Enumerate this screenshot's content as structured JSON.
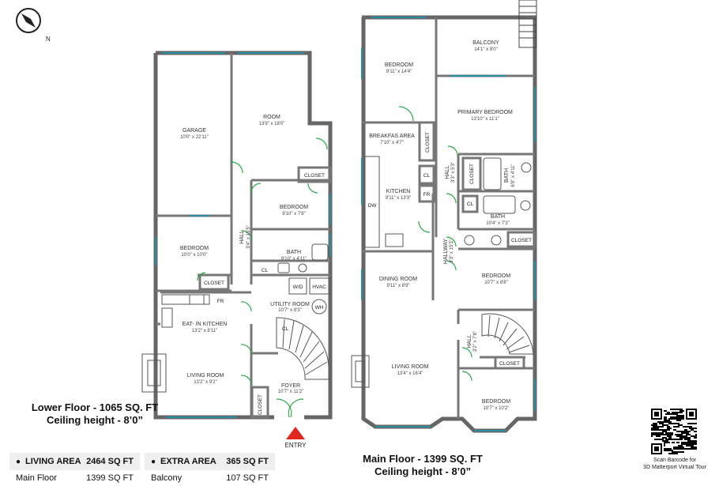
{
  "compass": {
    "label": "N"
  },
  "lower_floor": {
    "caption_line1": "Lower Floor - 1065 SQ. FT",
    "caption_line2": "Ceiling height - 8’0”",
    "rooms": {
      "garage": {
        "name": "GARAGE",
        "dim": "10'0\" x 22'11\""
      },
      "room": {
        "name": "ROOM",
        "dim": "13'9\" x 18'0\""
      },
      "bedroom1": {
        "name": "BEDROOM",
        "dim": "9'10\" x 7'8\""
      },
      "bedroom2": {
        "name": "BEDROOM",
        "dim": "10'0\" x 10'0\""
      },
      "hall": {
        "name": "HALL",
        "dim": "3'4\" x 15'5\""
      },
      "bath": {
        "name": "BATH",
        "dim": "9'10\" x 4'11\""
      },
      "closet1": {
        "name": "CLOSET"
      },
      "closet2": {
        "name": "CLOSET"
      },
      "closet3": {
        "name": "CLOSET"
      },
      "cl": {
        "name": "CL"
      },
      "cl2": {
        "name": "CL"
      },
      "wd": {
        "name": "W/D"
      },
      "hvac": {
        "name": "HVAC"
      },
      "wh": {
        "name": "WH"
      },
      "fr": {
        "name": "FR"
      },
      "utility": {
        "name": "UTILITY ROOM",
        "dim": "10'7\" x 8'3\""
      },
      "kitchen": {
        "name": "EAT- IN KITCHEN",
        "dim": "13'2\" x 8'11\""
      },
      "living": {
        "name": "LIVING ROOM",
        "dim": "13'2\" x 9'2\""
      },
      "foyer": {
        "name": "FOYER",
        "dim": "10'7\" x 11'2\""
      }
    },
    "entry_label": "ENTRY"
  },
  "main_floor": {
    "caption_line1": "Main Floor - 1399 SQ. FT",
    "caption_line2": "Ceiling height - 8’0”",
    "rooms": {
      "bedroom_top": {
        "name": "BEDROOM",
        "dim": "9'11\" x 14'4\""
      },
      "balcony": {
        "name": "BALCONY",
        "dim": "14'1\" x 8'0\""
      },
      "primary": {
        "name": "PRIMARY BEDROOM",
        "dim": "13'10\" x 11'1\""
      },
      "breakfast": {
        "name": "BREAKFAS AREA",
        "dim": "7'10\" x 4'7\""
      },
      "closet_a": {
        "name": "CLOSET"
      },
      "closet_b": {
        "name": "CLOSET"
      },
      "closet_c": {
        "name": "CLOSET"
      },
      "closet_d": {
        "name": "CLOSET"
      },
      "cl": {
        "name": "CL"
      },
      "cl2": {
        "name": "CL"
      },
      "fr": {
        "name": "FR"
      },
      "dw": {
        "name": "DW"
      },
      "kitchen": {
        "name": "KITCHEN",
        "dim": "9'11\" x 13'3\""
      },
      "hall_small": {
        "name": "HALL",
        "dim": "3'3\" x 5'3\""
      },
      "bath1": {
        "name": "BATH",
        "dim": "6'9\" x 4'11\""
      },
      "bath2": {
        "name": "BATH",
        "dim": "10'4\" x 7'3\""
      },
      "hallway": {
        "name": "HALLWAY",
        "dim": "3'3\" x 15'3\""
      },
      "bedroom_mid": {
        "name": "BEDROOM",
        "dim": "10'7\" x 8'8\""
      },
      "dining": {
        "name": "DINING ROOM",
        "dim": "9'11\" x 8'9\""
      },
      "hall2": {
        "name": "HALL",
        "dim": "3'2\" x 7'8\""
      },
      "living": {
        "name": "LIVING ROOM",
        "dim": "13'4\" x 16'4\""
      },
      "bedroom_bot": {
        "name": "BEDROOM",
        "dim": "10'7\" x 10'2\""
      }
    }
  },
  "area_tables": {
    "living": {
      "label": "LIVING AREA",
      "total": "2464 SQ FT",
      "row_label": "Main Floor",
      "row_value": "1399 SQ FT"
    },
    "extra": {
      "label": "EXTRA AREA",
      "total": "365 SQ FT",
      "row_label": "Balcony",
      "row_value": "107 SQ FT"
    }
  },
  "qr": {
    "caption_line1": "Scan Barcode for",
    "caption_line2": "3D Matterport Virtual Tour"
  },
  "colors": {
    "wall": "#666666",
    "window": "#2a8ea0",
    "door": "#2aa84a",
    "entry_marker": "#e0261d",
    "table_head": "#efefef"
  }
}
